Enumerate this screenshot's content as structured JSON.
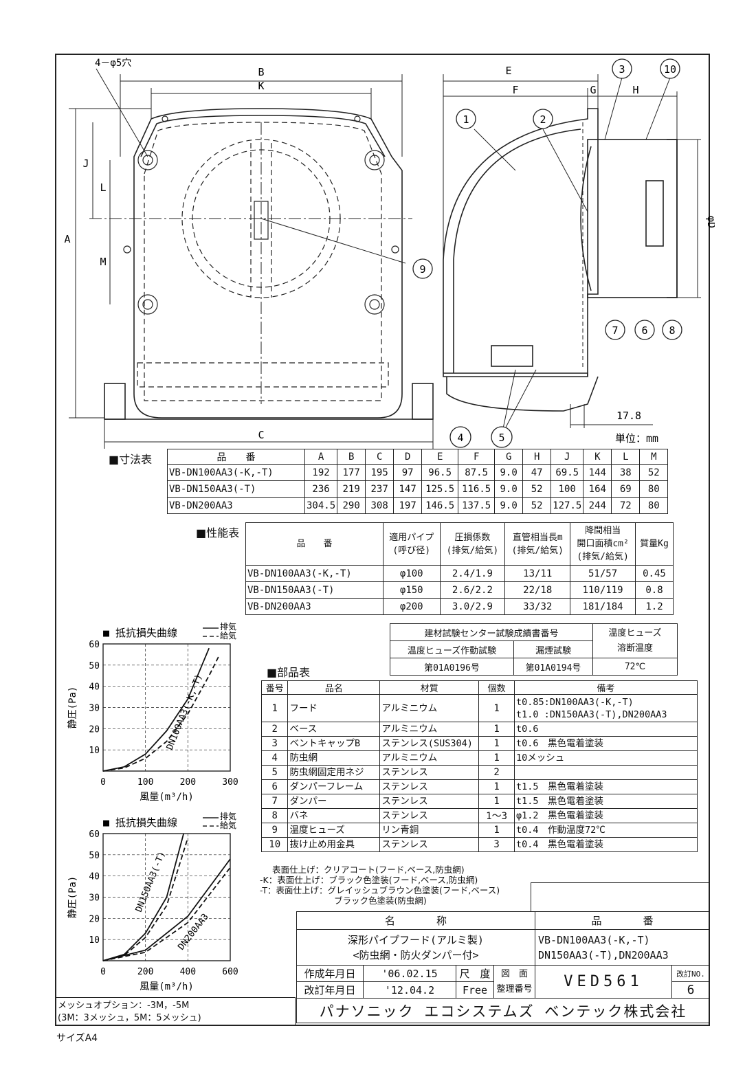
{
  "dims_labels": {
    "B": "B",
    "K": "K",
    "J": "J",
    "L": "L",
    "A": "A",
    "M": "M",
    "C": "C",
    "E": "E",
    "F": "F",
    "G": "G",
    "H": "H",
    "D": "φD",
    "holes": "4－φ5穴",
    "dim178": "17.8",
    "unit": "単位：mm"
  },
  "callouts": [
    "1",
    "2",
    "3",
    "10",
    "9",
    "7",
    "6",
    "8",
    "4",
    "5"
  ],
  "dim_table": {
    "title": "■寸法表",
    "headers": [
      "品　　番",
      "A",
      "B",
      "C",
      "D",
      "E",
      "F",
      "G",
      "H",
      "J",
      "K",
      "L",
      "M"
    ],
    "rows": [
      [
        "VB-DN100AA3(-K,-T)",
        "192",
        "177",
        "195",
        "97",
        "96.5",
        "87.5",
        "9.0",
        "47",
        "69.5",
        "144",
        "38",
        "52"
      ],
      [
        "VB-DN150AA3(-T)",
        "236",
        "219",
        "237",
        "147",
        "125.5",
        "116.5",
        "9.0",
        "52",
        "100",
        "164",
        "69",
        "80"
      ],
      [
        "VB-DN200AA3",
        "304.5",
        "290",
        "308",
        "197",
        "146.5",
        "137.5",
        "9.0",
        "52",
        "127.5",
        "244",
        "72",
        "80"
      ]
    ]
  },
  "perf_table": {
    "title": "■性能表",
    "headers": [
      "品　　番",
      "適用パイプ\n(呼び径)",
      "圧損係数\n(排気/給気)",
      "直管相当長m\n(排気/給気)",
      "降間相当\n開口面積cm²\n(排気/給気)",
      "質量Kg"
    ],
    "rows": [
      [
        "VB-DN100AA3(-K,-T)",
        "φ100",
        "2.4/1.9",
        "13/11",
        "51/57",
        "0.45"
      ],
      [
        "VB-DN150AA3(-T)",
        "φ150",
        "2.6/2.2",
        "22/18",
        "110/119",
        "0.8"
      ],
      [
        "VB-DN200AA3",
        "φ200",
        "3.0/2.9",
        "33/32",
        "181/184",
        "1.2"
      ]
    ]
  },
  "test_table": {
    "h1": "建材試験センター試験成績書番号",
    "h2": "温度ヒューズ\n溶断温度",
    "c1": "温度ヒューズ作動試験",
    "c2": "漏煙試験",
    "v1": "第01A0196号",
    "v2": "第01A0194号",
    "v3": "72℃"
  },
  "parts_table": {
    "title": "■部品表",
    "headers": [
      "番号",
      "品名",
      "材質",
      "個数",
      "備考"
    ],
    "rows": [
      [
        "1",
        "フード",
        "アルミニウム",
        "1",
        "t0.85:DN100AA3(-K,-T)\nt1.0 :DN150AA3(-T),DN200AA3"
      ],
      [
        "2",
        "ベース",
        "アルミニウム",
        "1",
        "t0.6"
      ],
      [
        "3",
        "ベントキャップB",
        "ステンレス(SUS304)",
        "1",
        "t0.6　黒色電着塗装"
      ],
      [
        "4",
        "防虫網",
        "アルミニウム",
        "1",
        "10メッシュ"
      ],
      [
        "5",
        "防虫網固定用ネジ",
        "ステンレス",
        "2",
        ""
      ],
      [
        "6",
        "ダンパーフレーム",
        "ステンレス",
        "1",
        "t1.5　黒色電着塗装"
      ],
      [
        "7",
        "ダンパー",
        "ステンレス",
        "1",
        "t1.5　黒色電着塗装"
      ],
      [
        "8",
        "バネ",
        "ステンレス",
        "1～3",
        "φ1.2　黒色電着塗装"
      ],
      [
        "9",
        "温度ヒューズ",
        "リン青銅",
        "1",
        "t0.4　作動温度72℃"
      ],
      [
        "10",
        "抜け止め用金具",
        "ステンレス",
        "3",
        "t0.4　黒色電着塗装"
      ]
    ]
  },
  "finish_notes": [
    "表面仕上げ：クリアコート(フード,ベース,防虫網)",
    "-K：表面仕上げ：ブラック色塗装(フード,ベース,防虫網)",
    "-T：表面仕上げ：グレイッシュブラウン色塗装(フード,ベース)",
    "ブラック色塗装(防虫網)"
  ],
  "title_block": {
    "name_label": "名　　　　称",
    "product_label": "品　　　　番",
    "name": "深形パイプフード(アルミ製)\n<防虫網・防火ダンパー付>",
    "product": "VB-DN100AA3(-K,-T)\nDN150AA3(-T),DN200AA3",
    "created_label": "作成年月日",
    "created": "'06.02.15",
    "revised_label": "改訂年月日",
    "revised": "'12.04.2",
    "scale_label": "尺　度",
    "scale": "Free",
    "drawing_label": "図　面\n整理番号",
    "drawing_no": "VED561",
    "rev_label": "改訂NO.",
    "rev": "6",
    "company": "パナソニック エコシステムズ ベンテック株式会社"
  },
  "mesh_note": "メッシュオプション：-3M，-5M\n(3M：3メッシュ，5M：5メッシュ)",
  "size_note": "サイズA4",
  "chart_data": [
    {
      "type": "line",
      "title": "■ 抵抗損失曲線",
      "legend": [
        "排気",
        "給気"
      ],
      "xlabel": "風量(m³/h)",
      "ylabel": "静圧(Pa)",
      "xlim": [
        0,
        300
      ],
      "ylim": [
        0,
        60
      ],
      "xticks": [
        "0",
        "100",
        "200",
        "300"
      ],
      "yticks": [
        "10",
        "20",
        "30",
        "40",
        "50",
        "60"
      ],
      "annotation": "DN100AA3(-K,-T)",
      "series": [
        {
          "name": "排気",
          "style": "solid",
          "x": [
            0,
            50,
            100,
            150,
            200,
            250
          ],
          "y": [
            0,
            2,
            8,
            19,
            34,
            58
          ]
        },
        {
          "name": "給気",
          "style": "dashed",
          "x": [
            0,
            50,
            100,
            150,
            200,
            250,
            275
          ],
          "y": [
            0,
            1.5,
            6,
            14,
            27,
            45,
            55
          ]
        }
      ]
    },
    {
      "type": "line",
      "title": "■ 抵抗損失曲線",
      "legend": [
        "排気",
        "給気"
      ],
      "xlabel": "風量(m³/h)",
      "ylabel": "静圧(Pa)",
      "xlim": [
        0,
        600
      ],
      "ylim": [
        0,
        60
      ],
      "xticks": [
        "0",
        "200",
        "400",
        "600"
      ],
      "yticks": [
        "10",
        "20",
        "30",
        "40",
        "50",
        "60"
      ],
      "annotations": [
        "DN150AA3(-T)",
        "DN200AA3"
      ],
      "series": [
        {
          "name": "DN150 排気",
          "style": "solid",
          "x": [
            0,
            100,
            200,
            300,
            380
          ],
          "y": [
            0,
            3,
            13,
            30,
            60
          ]
        },
        {
          "name": "DN150 給気",
          "style": "dashed",
          "x": [
            0,
            100,
            200,
            300,
            400
          ],
          "y": [
            0,
            2.5,
            11,
            26,
            58
          ]
        },
        {
          "name": "DN200 排気",
          "style": "solid",
          "x": [
            0,
            200,
            400,
            600
          ],
          "y": [
            0,
            5,
            21,
            48
          ]
        },
        {
          "name": "DN200 給気",
          "style": "dashed",
          "x": [
            0,
            200,
            400,
            600
          ],
          "y": [
            0,
            4,
            18,
            44
          ]
        }
      ]
    }
  ]
}
